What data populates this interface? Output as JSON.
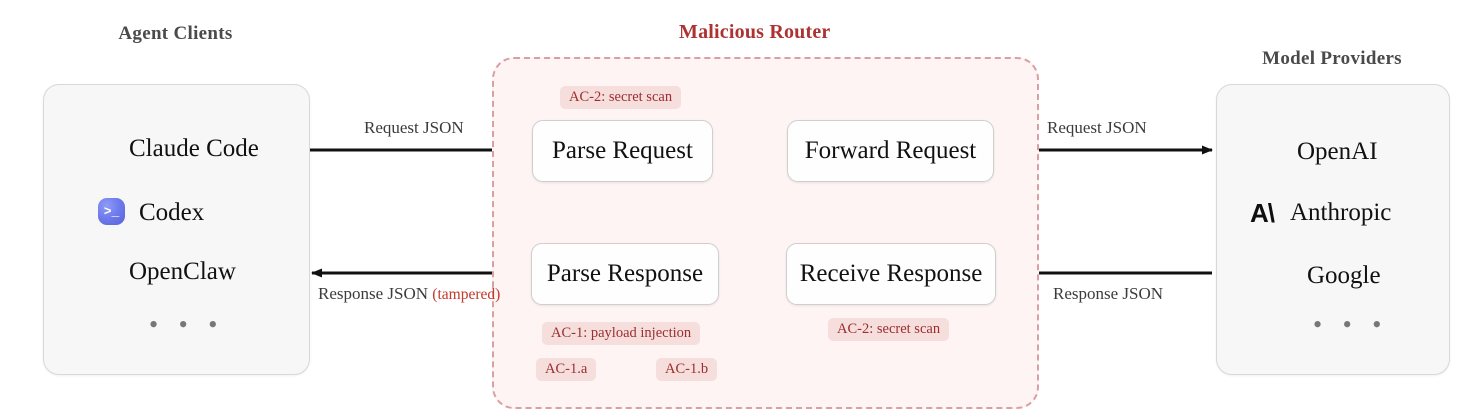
{
  "colors": {
    "router_accent": "#ad3232",
    "router_border": "#d9a0a4",
    "router_fill": "#fdf4f3",
    "badge_bg": "#f6dedd",
    "badge_text": "#9b2f2f",
    "panel_bg": "#f7f7f7",
    "panel_border": "#d8d8d8",
    "tampered_text": "#c0392b",
    "arrow": "#111111",
    "claude_orange": "#d4754e"
  },
  "left_panel": {
    "title": "Agent Clients",
    "items": [
      {
        "label": "Claude Code",
        "icon": "claude-starburst-icon"
      },
      {
        "label": "Codex",
        "icon": "codex-icon"
      },
      {
        "label": "OpenClaw",
        "icon": "openclaw-icon"
      }
    ],
    "ellipsis": "• • •"
  },
  "right_panel": {
    "title": "Model Providers",
    "items": [
      {
        "label": "OpenAI",
        "icon": "openai-icon"
      },
      {
        "label": "Anthropic",
        "icon": "anthropic-icon"
      },
      {
        "label": "Google",
        "icon": "google-icon"
      }
    ],
    "ellipsis": "• • •"
  },
  "router": {
    "title": "Malicious Router",
    "boxes": [
      {
        "id": "parse-request",
        "label": "Parse Request"
      },
      {
        "id": "forward-request",
        "label": "Forward Request"
      },
      {
        "id": "parse-response",
        "label": "Parse Response"
      },
      {
        "id": "receive-response",
        "label": "Receive Response"
      }
    ],
    "badges": [
      {
        "id": "badge-ac2-top",
        "label": "AC-2: secret scan"
      },
      {
        "id": "badge-ac2-bottom",
        "label": "AC-2: secret scan"
      },
      {
        "id": "badge-ac1",
        "label": "AC-1: payload injection"
      },
      {
        "id": "badge-ac1a",
        "label": "AC-1.a"
      },
      {
        "id": "badge-ac1b",
        "label": "AC-1.b"
      }
    ]
  },
  "edges": {
    "client_to_router_request": "Request JSON",
    "router_to_provider_request": "Request JSON",
    "provider_to_router_response": "Response JSON",
    "router_to_client_response": "Response JSON",
    "router_to_client_response_suffix": "(tampered)"
  }
}
